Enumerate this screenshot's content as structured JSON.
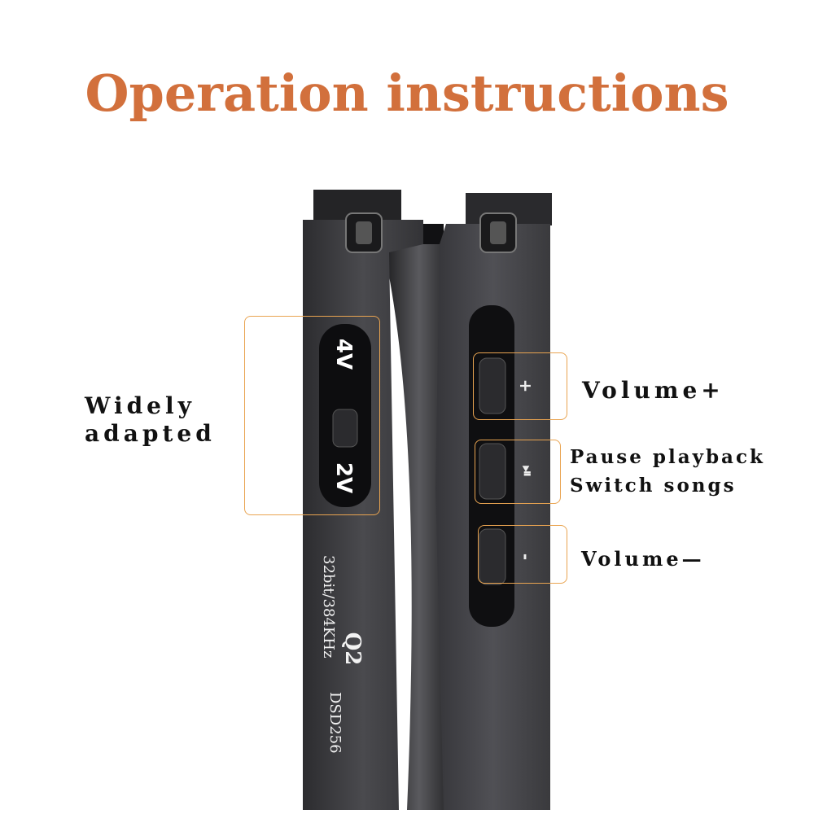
{
  "title": "Operation instructions",
  "switch": {
    "high": "4V",
    "low": "2V"
  },
  "device_text": {
    "model": "Q2",
    "spec_line1": "32bit/384KHz",
    "spec_line2": "DSD256"
  },
  "buttons": [
    {
      "symbol": "+",
      "label": "Volume+"
    },
    {
      "symbol": "⏯",
      "label_line1": "Pause playback",
      "label_line2": "Switch songs"
    },
    {
      "symbol": "-",
      "label": "Volume—"
    }
  ],
  "left_label": {
    "line1": "Widely",
    "line2": "adapted"
  },
  "colors": {
    "accent": "#d2703c",
    "callout": "#e9a451",
    "body": "#3b3b3e"
  }
}
